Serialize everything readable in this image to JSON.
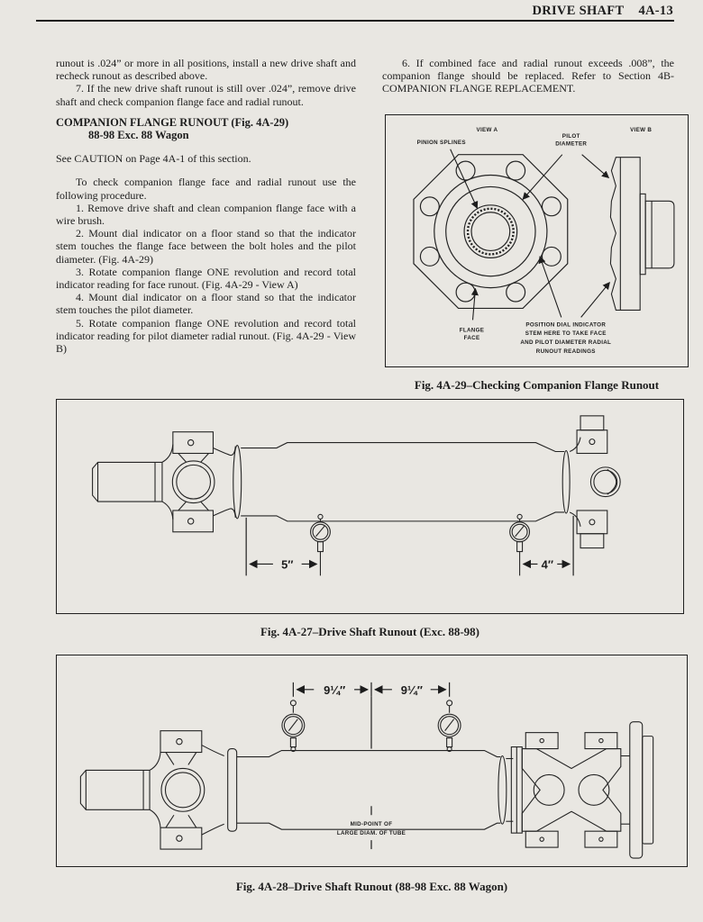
{
  "colors": {
    "page_bg": "#e9e7e2",
    "ink": "#1d1d1d"
  },
  "header": {
    "title": "DRIVE SHAFT",
    "page_number": "4A-13"
  },
  "left_column": {
    "para_continuation": "runout is .024” or more in all positions, install a new drive shaft and recheck runout as described above.",
    "para_step7": "7. If the new drive shaft runout is still over .024”, remove drive shaft and check companion flange face and radial runout.",
    "heading_line1": "COMPANION FLANGE RUNOUT (Fig. 4A-29)",
    "heading_line2": "88-98 Exc. 88 Wagon",
    "caution_note": "See CAUTION on Page 4A-1 of this section.",
    "intro": "To check companion flange face and radial runout use the following procedure.",
    "steps": [
      "1. Remove drive shaft and clean companion flange face with a wire brush.",
      "2. Mount dial indicator on a floor stand so that the indicator stem touches the flange face between the bolt holes and the pilot diameter. (Fig. 4A-29)",
      "3. Rotate companion flange ONE revolution and record total indicator reading for face runout. (Fig. 4A-29 - View A)",
      "4. Mount dial indicator on a floor stand so that the indicator stem touches the pilot diameter.",
      "5. Rotate companion flange ONE revolution and record total indicator reading for pilot diameter radial runout. (Fig. 4A-29 - View B)"
    ]
  },
  "right_column": {
    "para_step6": "6. If combined face and radial runout exceeds .008”, the companion flange should be replaced. Refer to Section 4B-COMPANION FLANGE REPLACEMENT."
  },
  "fig_4a29": {
    "caption": "Fig. 4A-29–Checking Companion Flange Runout",
    "labels": {
      "view_a": "VIEW A",
      "view_b": "VIEW B",
      "pinion_splines": "PINION SPLINES",
      "pilot_line1": "PILOT",
      "pilot_line2": "DIAMETER",
      "flange_line1": "FLANGE",
      "flange_line2": "FACE",
      "position_line1": "POSITION DIAL INDICATOR",
      "position_line2": "STEM HERE TO TAKE FACE",
      "position_line3": "AND PILOT DIAMETER RADIAL",
      "position_line4": "RUNOUT READINGS"
    }
  },
  "fig_4a27": {
    "caption": "Fig. 4A-27–Drive Shaft Runout (Exc. 88-98)",
    "dim_left": "5″",
    "dim_right": "4″"
  },
  "fig_4a28": {
    "caption": "Fig. 4A-28–Drive Shaft Runout (88-98 Exc. 88 Wagon)",
    "dim_left": "9¼″",
    "dim_right": "9¼″",
    "midpoint_line1": "MID-POINT OF",
    "midpoint_line2": "LARGE DIAM. OF TUBE"
  }
}
